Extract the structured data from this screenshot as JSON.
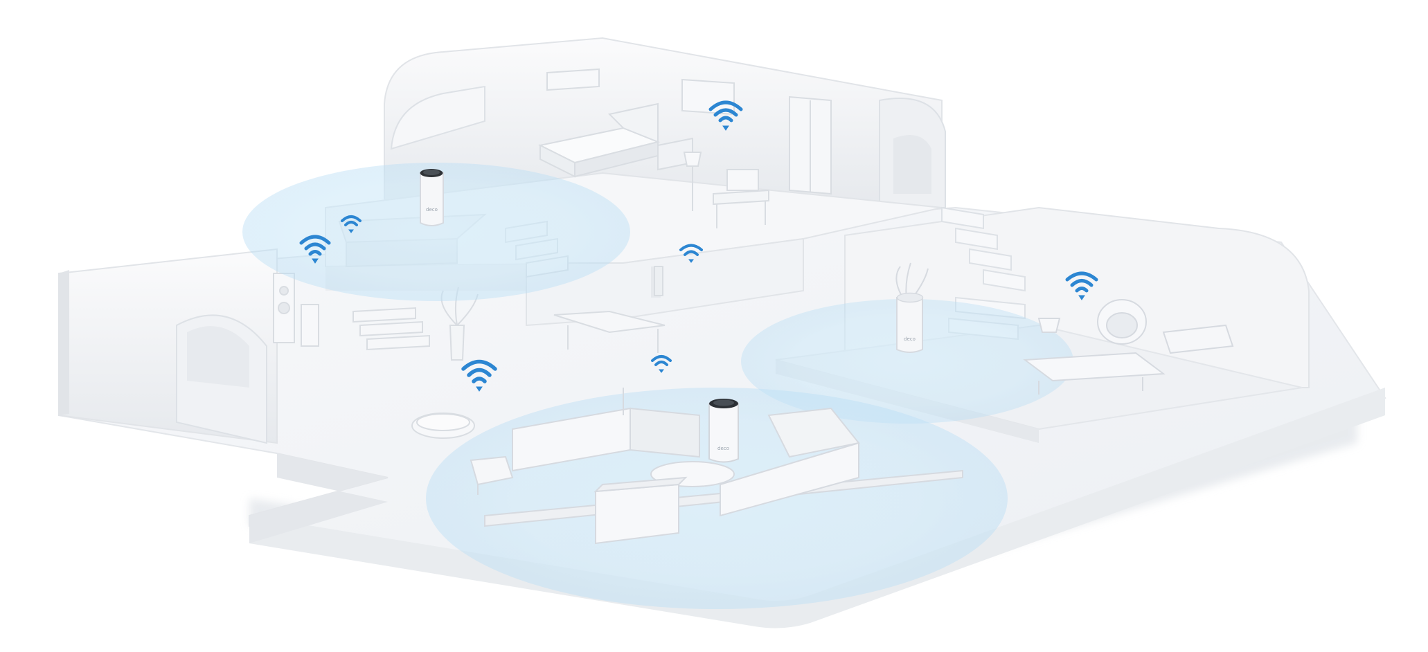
{
  "illustration": {
    "subject": "mesh-wifi-home",
    "background_color": "#ffffff",
    "floor_color": "#f4f5f7",
    "wall_color": "#eef0f3",
    "coverage_color": "#bfe3f7",
    "wifi_icon_color": "#2c86d2"
  },
  "router_units": [
    {
      "name": "router-upper-floor",
      "brand_label": "deco"
    },
    {
      "name": "router-living-room",
      "brand_label": "deco"
    },
    {
      "name": "router-right-room",
      "brand_label": "deco"
    }
  ],
  "coverage_zones": [
    {
      "name": "coverage-upper-floor"
    },
    {
      "name": "coverage-living-room"
    },
    {
      "name": "coverage-right-room"
    }
  ],
  "wifi_signals": [
    {
      "name": "wifi-icon-bedroom"
    },
    {
      "name": "wifi-icon-upper-left"
    },
    {
      "name": "wifi-icon-upper-left-small"
    },
    {
      "name": "wifi-icon-center"
    },
    {
      "name": "wifi-icon-hall"
    },
    {
      "name": "wifi-icon-hall-small"
    },
    {
      "name": "wifi-icon-right-room"
    }
  ]
}
